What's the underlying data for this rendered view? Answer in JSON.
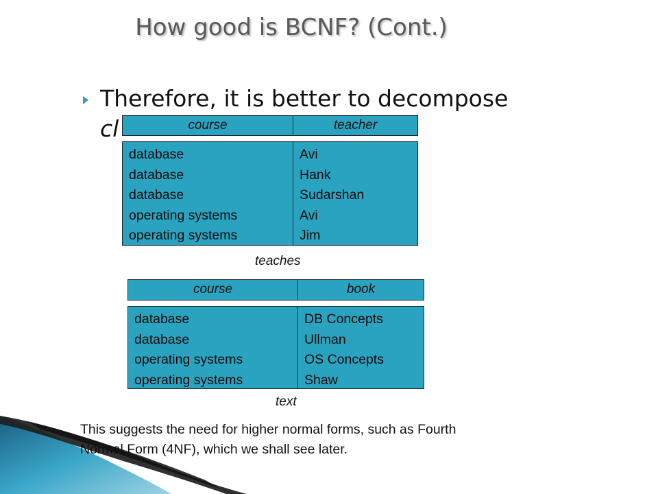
{
  "slide": {
    "title": "How good is BCNF? (Cont.)",
    "bullet": {
      "line1": "Therefore, it is better to decompose",
      "line2": "cl"
    },
    "footer_line1": "This suggests the need for higher normal forms, such as Fourth",
    "footer_line2": "Normal Form (4NF), which we shall see later."
  },
  "tables": [
    {
      "caption": "teaches",
      "headers": [
        "course",
        "teacher"
      ],
      "rows": [
        [
          "database",
          "Avi"
        ],
        [
          "database",
          "Hank"
        ],
        [
          "database",
          "Sudarshan"
        ],
        [
          "operating systems",
          "Avi"
        ],
        [
          "operating systems",
          "Jim"
        ]
      ]
    },
    {
      "caption": "text",
      "headers": [
        "course",
        "book"
      ],
      "rows": [
        [
          "database",
          "DB Concepts"
        ],
        [
          "database",
          "Ullman"
        ],
        [
          "operating systems",
          "OS Concepts"
        ],
        [
          "operating systems",
          "Shaw"
        ]
      ]
    }
  ],
  "colors": {
    "table_fill": "#2aa3c1",
    "bullet_accent": "#2f9fc0",
    "swoosh_dark": "#1c6f8f"
  }
}
